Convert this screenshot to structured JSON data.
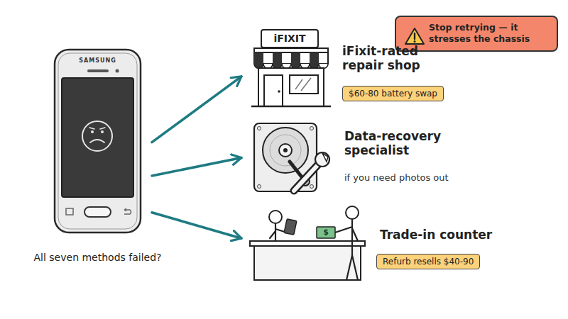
{
  "diagram": {
    "nodes": [
      {
        "text": [
          "SAMSUNG",
          "All seven methods failed?"
        ]
      },
      {
        "text": [
          "iFIXIT",
          "iFixit-rated repair shop"
        ]
      },
      {
        "text": [
          "$60-80 battery swap"
        ]
      },
      {
        "text": [
          "Data-recovery specialist",
          "if you need photos out"
        ]
      },
      {
        "text": [
          "Trade-in counter"
        ]
      },
      {
        "text": [
          "Refurb resells $40-90"
        ]
      },
      {
        "text": [
          "Stop retrying — it stresses the chassis"
        ]
      }
    ],
    "edges": [
      {
        "from": 0,
        "to": 1,
        "arrow": "to"
      },
      {
        "from": 0,
        "to": 3,
        "arrow": "to"
      },
      {
        "from": 0,
        "to": 4,
        "arrow": "to"
      }
    ],
    "labels": [
      "$"
    ]
  }
}
